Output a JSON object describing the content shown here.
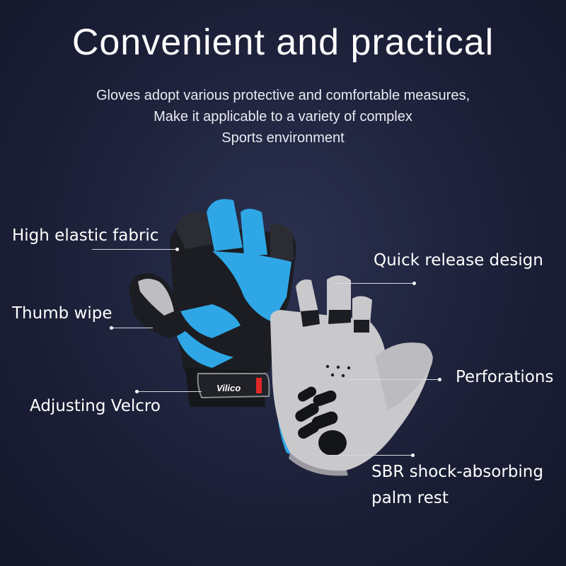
{
  "header": {
    "title": "Convenient and practical",
    "subtitle_lines": [
      "Gloves adopt various protective and comfortable measures,",
      "Make it applicable to a variety of complex",
      "Sports environment"
    ]
  },
  "callouts": {
    "high_elastic_fabric": "High elastic fabric",
    "thumb_wipe": "Thumb wipe",
    "adjusting_velcro": "Adjusting Velcro",
    "quick_release_design": "Quick release design",
    "perforations": "Perforations",
    "sbr_line1": "SBR shock-absorbing",
    "sbr_line2": "palm rest"
  },
  "product": {
    "brand_tab_text": "Vilico",
    "colors": {
      "accent_blue": "#2fa7e6",
      "dark": "#1b1d22",
      "palm_gray": "#c9c9cc",
      "tab_red": "#e02828"
    }
  }
}
